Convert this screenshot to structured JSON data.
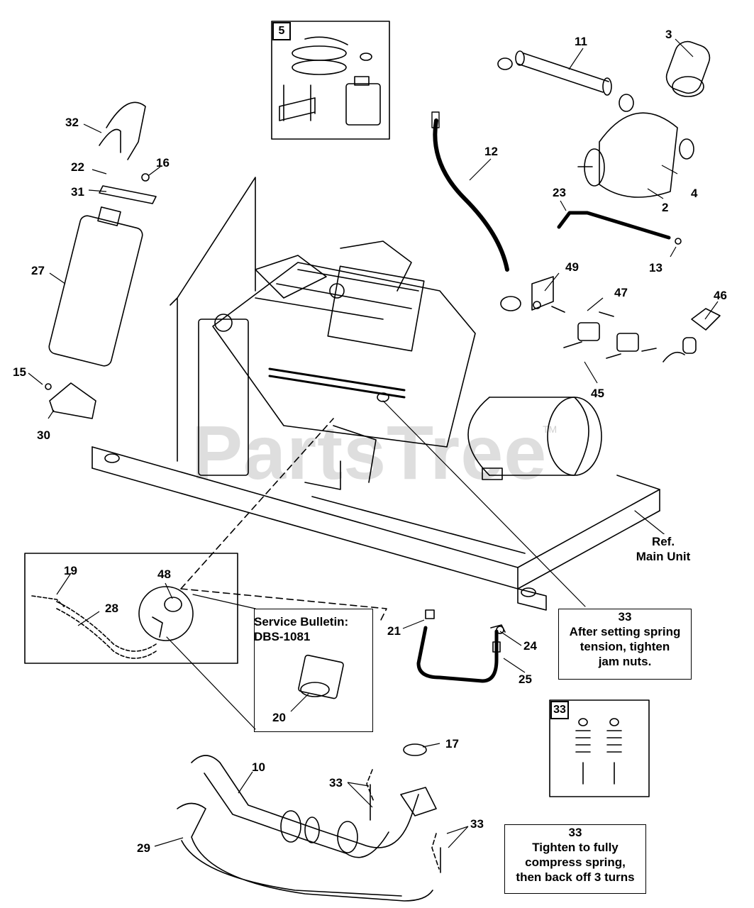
{
  "watermark": {
    "text": "PartsTree",
    "tm": "TM"
  },
  "insets": {
    "kit_tag": "5",
    "spring_kit_tag": "33"
  },
  "notes": {
    "ref": "Ref.\nMain Unit",
    "service": "Service Bulletin:\nDBS-1081",
    "jam_nuts": "33\nAfter setting spring\ntension, tighten\njam nuts.",
    "compress": "33\nTighten to fully\ncompress spring,\nthen back off 3 turns"
  },
  "callouts": {
    "c3": "3",
    "c11": "11",
    "c4": "4",
    "c2": "2",
    "c12": "12",
    "c23": "23",
    "c13": "13",
    "c32": "32",
    "c22": "22",
    "c16": "16",
    "c31": "31",
    "c27": "27",
    "c49": "49",
    "c47": "47",
    "c46": "46",
    "c45": "45",
    "c15": "15",
    "c30": "30",
    "c19": "19",
    "c48": "48",
    "c28": "28",
    "c20": "20",
    "c21": "21",
    "c24": "24",
    "c25": "25",
    "c17": "17",
    "c10": "10",
    "c33a": "33",
    "c33b": "33",
    "c29": "29"
  }
}
